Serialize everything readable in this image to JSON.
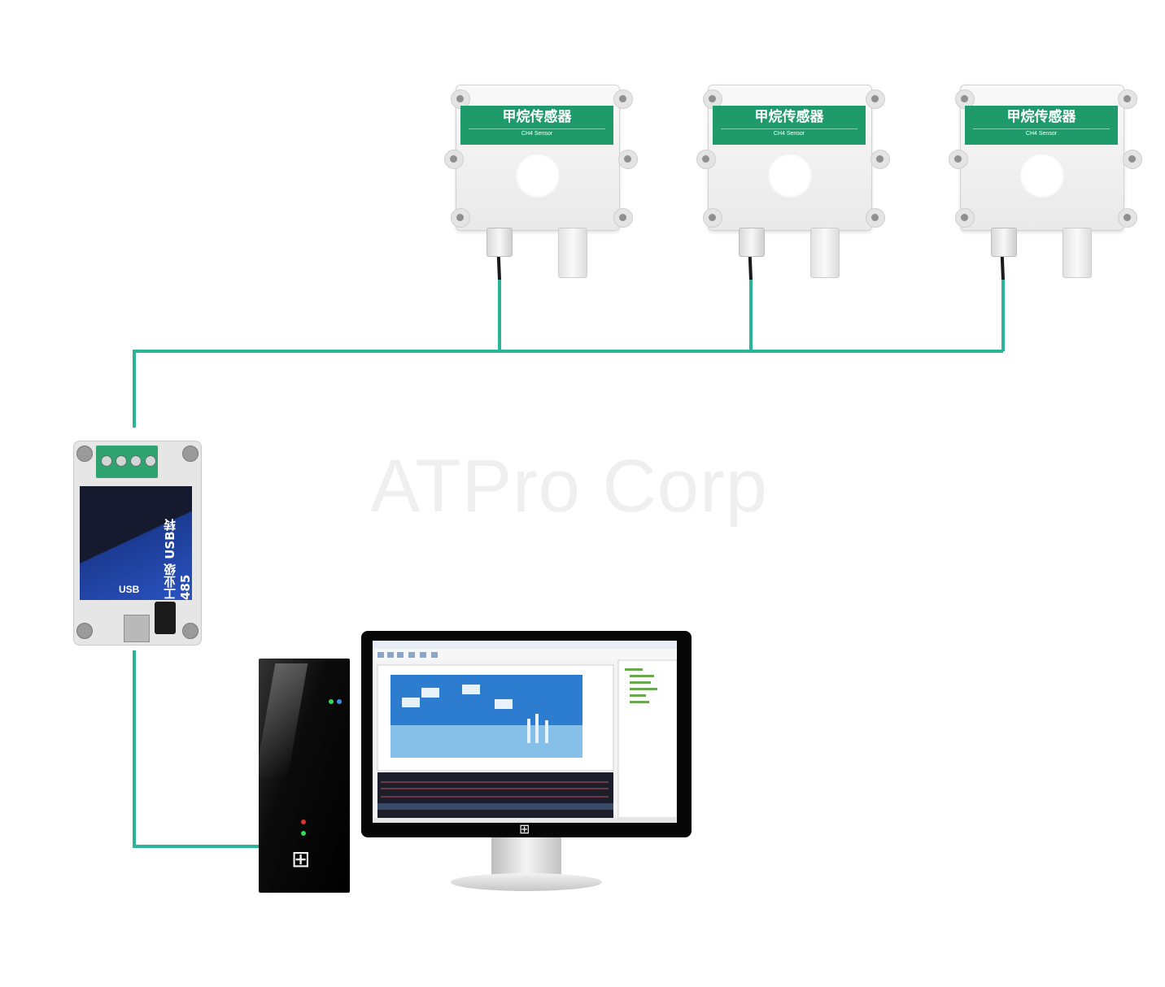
{
  "watermark": "ATPro Corp",
  "sensors": [
    {
      "label": "甲烷传感器",
      "sublabel": "CH4 Sensor"
    },
    {
      "label": "甲烷传感器",
      "sublabel": "CH4 Sensor"
    },
    {
      "label": "甲烷传感器",
      "sublabel": "CH4 Sensor"
    }
  ],
  "converter": {
    "face_text": "工业级 USB转485",
    "port_label": "USB"
  },
  "colors": {
    "wire": "#2bb598",
    "sensor_label_bg": "#1f9b6b",
    "watermark": "#efefef"
  },
  "icons": {
    "computer_logo": "windows-logo-icon",
    "monitor_logo": "windows-logo-icon"
  }
}
